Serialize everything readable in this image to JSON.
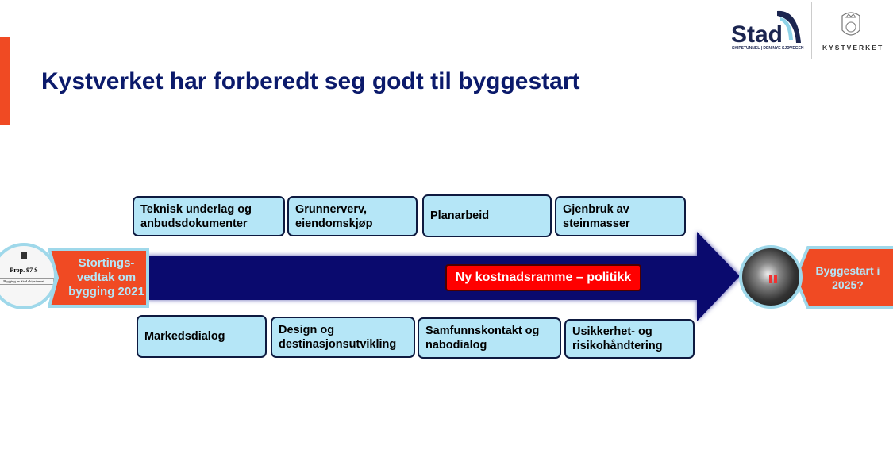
{
  "header": {
    "title": "Kystverket har forberedt seg godt til byggestart"
  },
  "logos": {
    "stad": "Stad",
    "stad_sub": "SKIPSTUNNEL | DEN NYE SJØVEGEN",
    "kystverket": "KYSTVERKET"
  },
  "start": {
    "label": "Stortings-vedtak om bygging 2021",
    "doc_title": "Prop. 97 S",
    "doc_sub": "Bygging av Stad skipstunnel"
  },
  "end": {
    "label": "Byggestart i 2025?"
  },
  "top_items": [
    "Teknisk underlag og anbudsdokumenter",
    "Grunnerverv, eiendomskjøp",
    "Planarbeid",
    "Gjenbruk av steinmasser"
  ],
  "bottom_items": [
    "Markedsdialog",
    "Design og destinasjonsutvikling",
    "Samfunnskontakt og nabodialog",
    "Usikkerhet- og risikohåndtering"
  ],
  "highlight": "Ny kostnadsramme – politikk",
  "colors": {
    "accent": "#f04a23",
    "arrow": "#0a0a6e",
    "box": "#b5e6f7",
    "highlight": "#ff0000",
    "title": "#0b1a6b"
  }
}
